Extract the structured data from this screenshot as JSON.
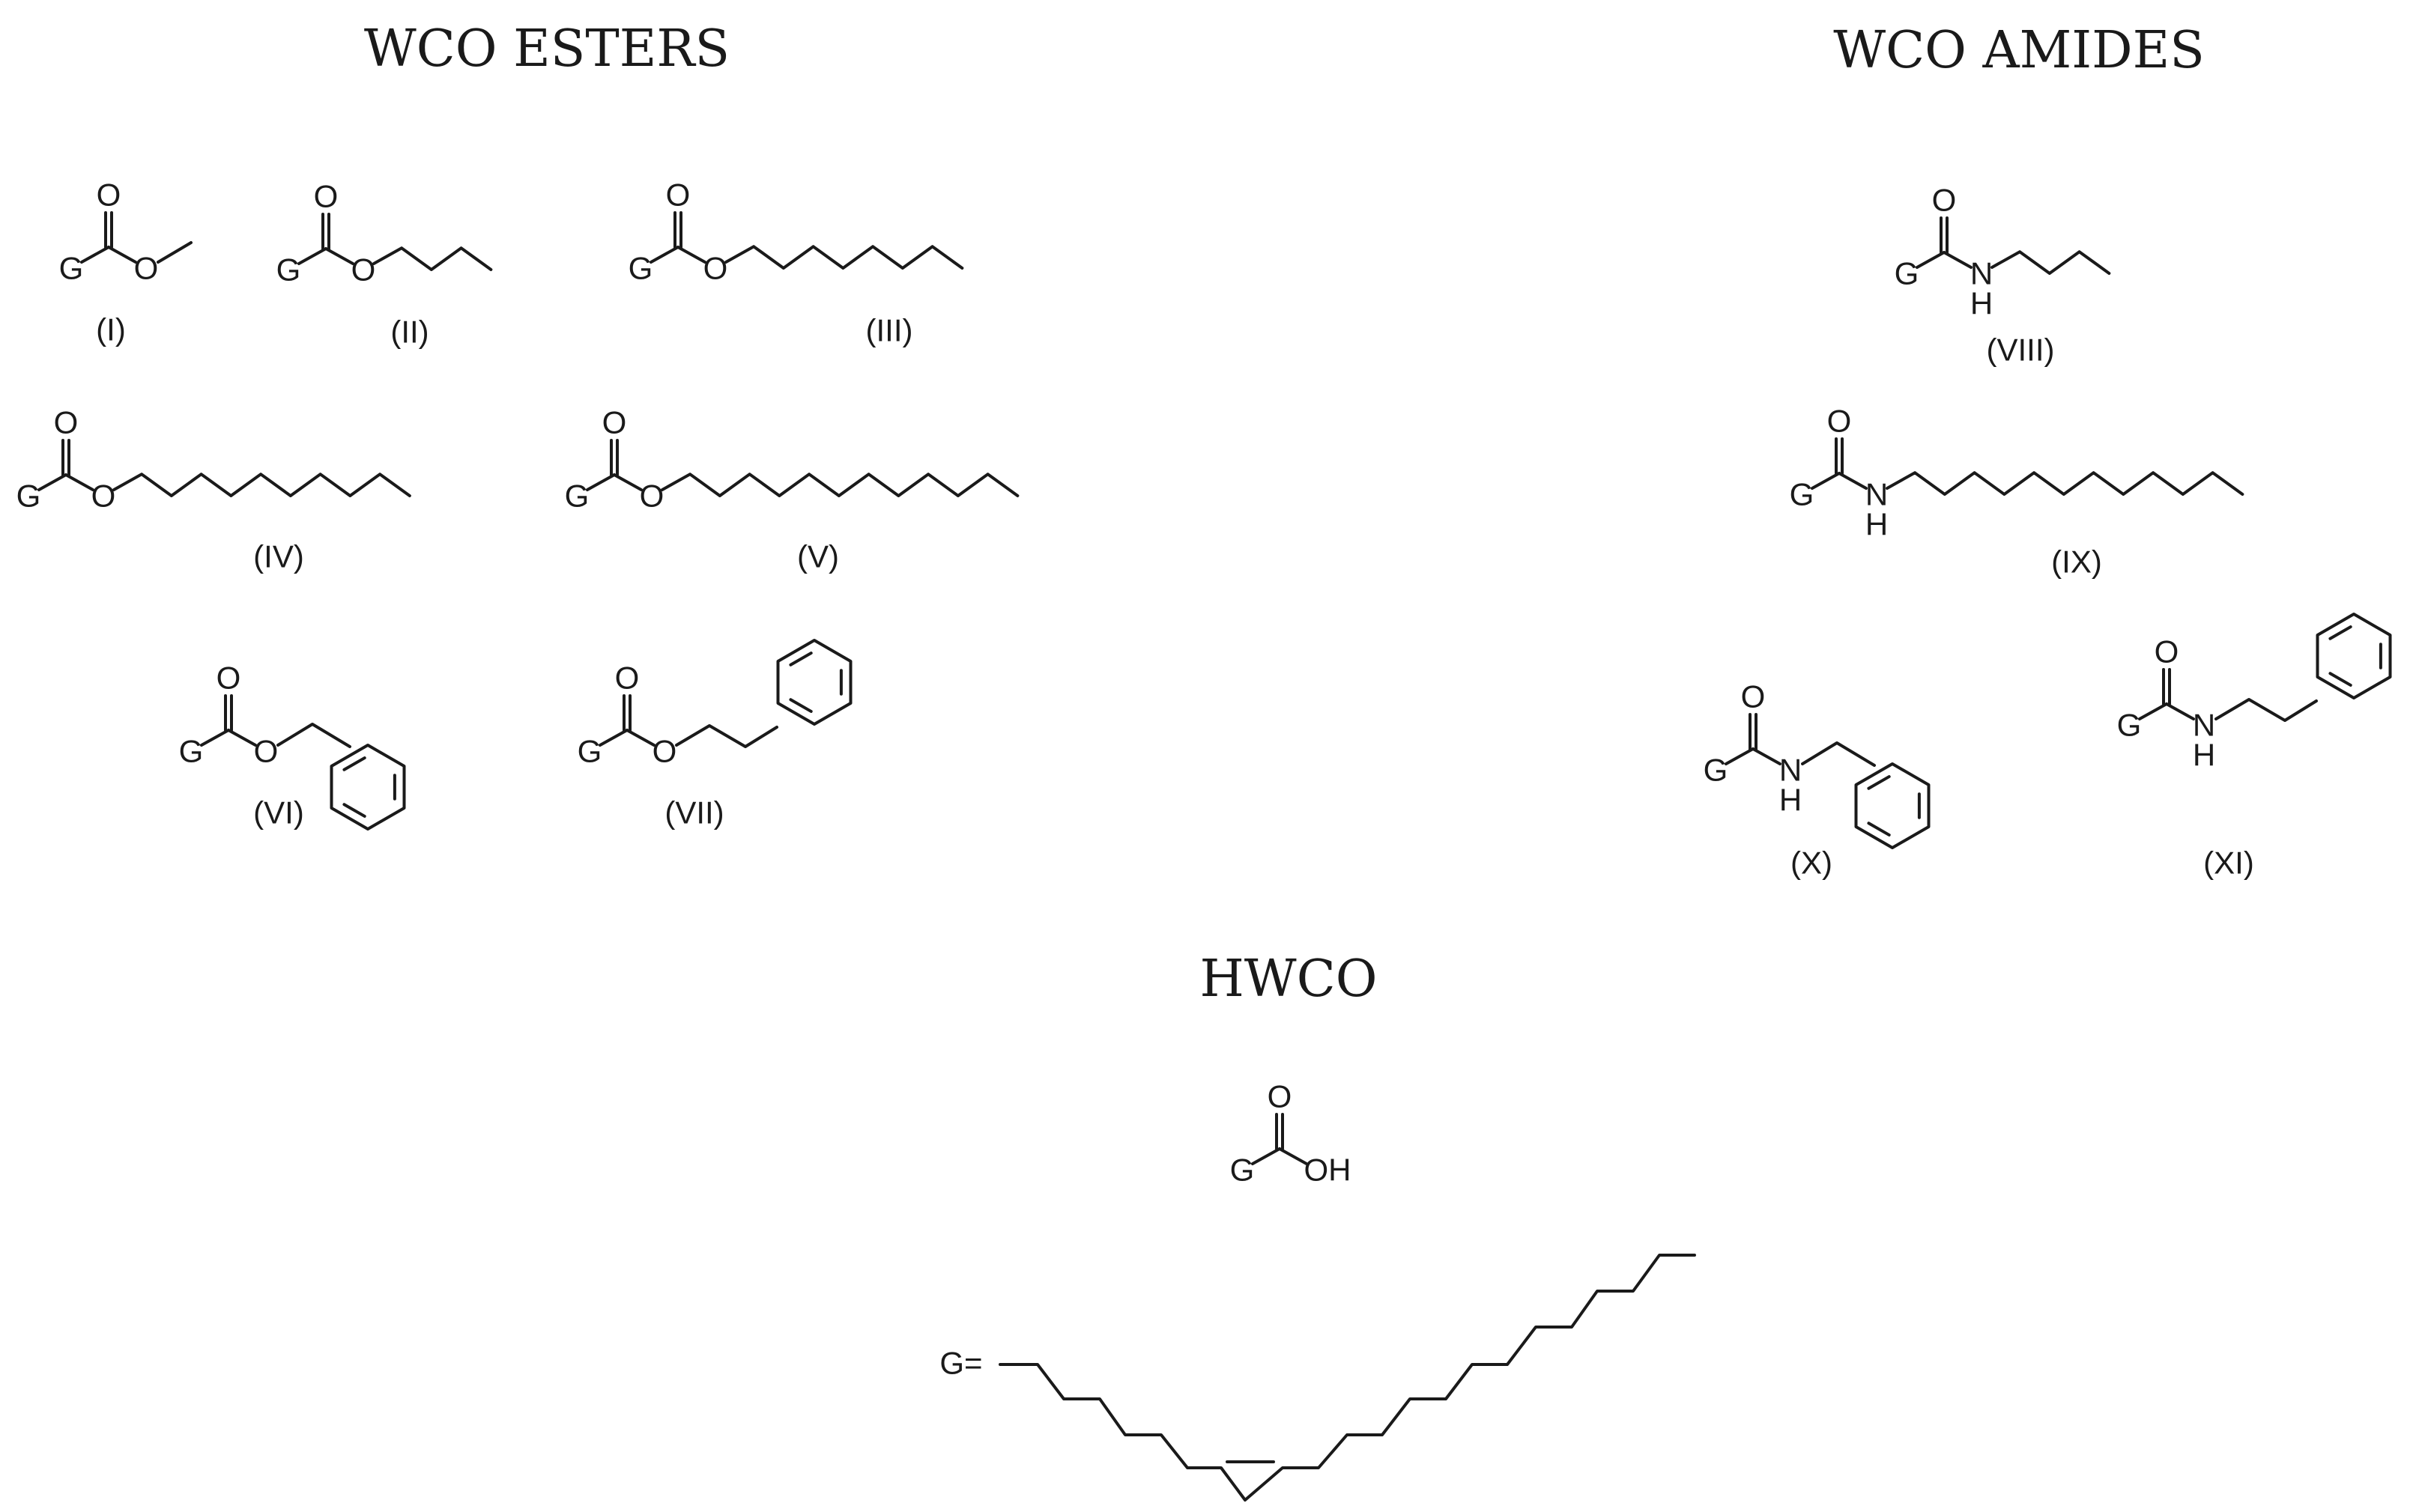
{
  "sections": {
    "esters": "WCO ESTERS",
    "amides": "WCO AMIDES",
    "hwco": "HWCO"
  },
  "atoms": {
    "generic": "G",
    "carbonyl_oxygen": "O",
    "ester_oxygen": "O",
    "amide_nitrogen": "N",
    "amide_hydrogen": "H",
    "hydroxyl": "OH",
    "definition": "G="
  },
  "compounds": [
    {
      "id": "methyl-ester",
      "label": "(I)"
    },
    {
      "id": "butyl-ester",
      "label": "(II)"
    },
    {
      "id": "octyl-ester",
      "label": "(III)"
    },
    {
      "id": "decyl-ester",
      "label": "(IV)"
    },
    {
      "id": "dodecyl-ester",
      "label": "(V)"
    },
    {
      "id": "benzyl-ester",
      "label": "(VI)"
    },
    {
      "id": "phenethyl-ester",
      "label": "(VII)"
    },
    {
      "id": "butyl-amide",
      "label": "(VIII)"
    },
    {
      "id": "dodecyl-amide",
      "label": "(IX)"
    },
    {
      "id": "benzyl-amide",
      "label": "(X)"
    },
    {
      "id": "phenethyl-amide",
      "label": "(XI)"
    }
  ]
}
